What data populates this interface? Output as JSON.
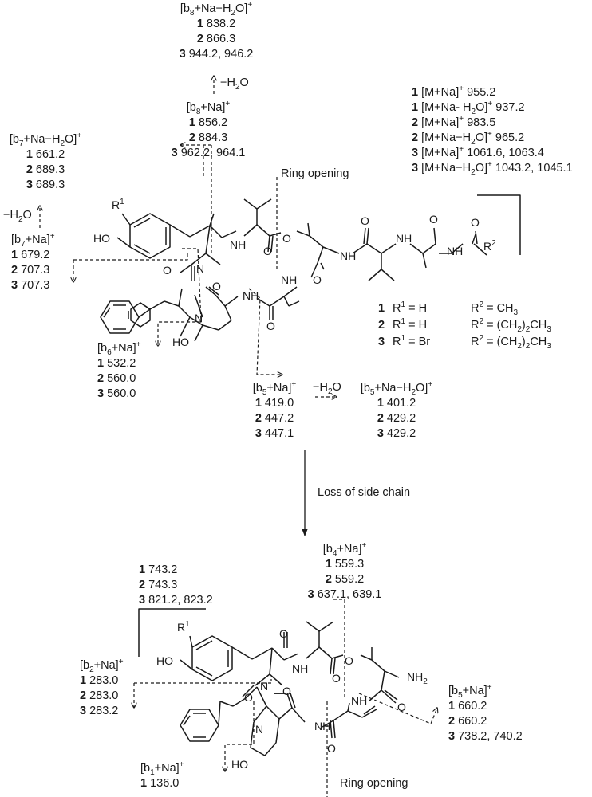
{
  "blocks": {
    "b8_h2o": {
      "title": "[b8+Na−H2O]+",
      "entries": [
        {
          "n": "1",
          "v": "838.2"
        },
        {
          "n": "2",
          "v": "866.3"
        },
        {
          "n": "3",
          "v": "944.2, 946.2"
        }
      ]
    },
    "b8": {
      "title": "[b8+Na]+",
      "entries": [
        {
          "n": "1",
          "v": "856.2"
        },
        {
          "n": "2",
          "v": "884.3"
        },
        {
          "n": "3",
          "v": "962.2,  964.1"
        }
      ]
    },
    "b7_h2o": {
      "title": "[b7+Na−H2O]+",
      "entries": [
        {
          "n": "1",
          "v": "661.2"
        },
        {
          "n": "2",
          "v": "689.3"
        },
        {
          "n": "3",
          "v": "689.3"
        }
      ]
    },
    "b7": {
      "title": "[b7+Na]+",
      "entries": [
        {
          "n": "1",
          "v": "679.2"
        },
        {
          "n": "2",
          "v": "707.3"
        },
        {
          "n": "3",
          "v": "707.3"
        }
      ]
    },
    "b6": {
      "title": "[b6+Na]+",
      "entries": [
        {
          "n": "1",
          "v": "532.2"
        },
        {
          "n": "2",
          "v": "560.0"
        },
        {
          "n": "3",
          "v": "560.0"
        }
      ]
    },
    "b5": {
      "title": "[b5+Na]+",
      "entries": [
        {
          "n": "1",
          "v": "419.0"
        },
        {
          "n": "2",
          "v": "447.2"
        },
        {
          "n": "3",
          "v": "447.1"
        }
      ]
    },
    "b5_h2o": {
      "title": "[b5+Na−H2O]+",
      "entries": [
        {
          "n": "1",
          "v": "401.2"
        },
        {
          "n": "2",
          "v": "429.2"
        },
        {
          "n": "3",
          "v": "429.2"
        }
      ]
    },
    "b4": {
      "title": "[b4+Na]+",
      "entries": [
        {
          "n": "1",
          "v": "559.3"
        },
        {
          "n": "2",
          "v": "559.2"
        },
        {
          "n": "3",
          "v": "637.1, 639.1"
        }
      ]
    },
    "b4_alt": {
      "title": "",
      "entries": [
        {
          "n": "1",
          "v": "743.2"
        },
        {
          "n": "2",
          "v": "743.3"
        },
        {
          "n": "3",
          "v": "821.2, 823.2"
        }
      ]
    },
    "b2": {
      "title": "[b2+Na]+",
      "entries": [
        {
          "n": "1",
          "v": "283.0"
        },
        {
          "n": "2",
          "v": "283.0"
        },
        {
          "n": "3",
          "v": "283.2"
        }
      ]
    },
    "b5b": {
      "title": "[b5+Na]+",
      "entries": [
        {
          "n": "1",
          "v": "660.2"
        },
        {
          "n": "2",
          "v": "660.2"
        },
        {
          "n": "3",
          "v": "738.2, 740.2"
        }
      ]
    },
    "b1": {
      "title": "[b1+Na]+",
      "entries": [
        {
          "n": "1",
          "v": "136.0"
        }
      ]
    }
  },
  "molecular_ions": [
    {
      "n": "1",
      "v": "[M+Na]+ 955.2"
    },
    {
      "n": "1",
      "v": "[M+Na- H2O]+ 937.2"
    },
    {
      "n": "2",
      "v": "[M+Na]+ 983.5"
    },
    {
      "n": "2",
      "v": "[M+Na−H2O]+ 965.2"
    },
    {
      "n": "3",
      "v": "[M+Na]+ 1061.6, 1063.4"
    },
    {
      "n": "3",
      "v": "[M+Na−H2O]+ 1043.2, 1045.1"
    }
  ],
  "substituents": [
    {
      "n": "1",
      "r1": "R1 = H",
      "r2": "R2 = CH3"
    },
    {
      "n": "2",
      "r1": "R1 = H",
      "r2": "R2 = (CH2)2CH3"
    },
    {
      "n": "3",
      "r1": "R1 = Br",
      "r2": "R2 = (CH2)2CH3"
    }
  ],
  "labels": {
    "minus_h2o": "−H2O",
    "ring_opening_top": "Ring opening",
    "ring_opening_bottom": "Ring opening",
    "loss_side_chain": "Loss of side chain"
  },
  "atoms": {
    "r1": "R1",
    "r2": "R2",
    "ho": "HO",
    "nh": "NH",
    "n": "N",
    "o": "O",
    "nh2": "NH2",
    "methyl_dash": "—"
  }
}
